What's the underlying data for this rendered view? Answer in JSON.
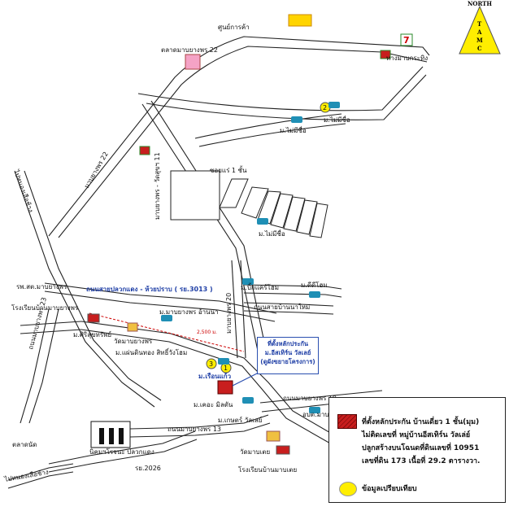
{
  "north": {
    "title": "NORTH",
    "letters": [
      "T",
      "A",
      "M",
      "C"
    ]
  },
  "labels": {
    "shopping_center": "ศูนย์การค้า",
    "market_22": "ตลาดมาบยางพร 22",
    "makro_ban": "ทางมาบกระทิง",
    "village_2": "ม.ไม่มีชื่อ",
    "village_2_sub": "ม.ไม่มีชื่อ",
    "soi_1": "ซอยแร่ 1 ชั้น",
    "road_22": "มาบยางพร 22",
    "road_wat_11": "มาบยางพร - วัดสุขฯ 11",
    "village_lower": "ม.ไม่มีชื่อ",
    "pluak_daeng_road": "ถนนสายปลวกแดง - ห้วยปราบ ( รย.3013 )",
    "hospital": "รพ.สต.มาบยางพร",
    "school_mab": "โรงเรียนบ้านมาบยางพร",
    "road_23": "ถนนมาบยางพร 23",
    "village_home": "ม.บิ้กแคร์โฮม",
    "village_dd": "ม.ดีดีโฮม",
    "road_ban_mai": "ถนนสายบ้านนาใหม่",
    "village_mab_ampha": "ม.มาบยางพร อ้านนา",
    "road_20": "มาบยางพร 20",
    "distance": "2,500 ม.",
    "village_sirisuk": "ม.ศิริสุขทรัพย์",
    "wat_mab": "วัดมาบยางพร",
    "village_phaen": "ม.แผ่นดินทอง สิทธิ์วังโฮม",
    "village_ruen": "ม.เรือนแก้ว",
    "village_kesa": "ม.เคอะ มิลตัน",
    "village_ket": "ม.เกษตร์ วัลเลย์",
    "road_13": "ถนนมาบยางพร 13",
    "road_19": "ถนนมาบยางพร 19",
    "obt": "อบต.มาบยางพร",
    "wat_mab_kh": "วัดมาบเตย",
    "school_mab_kh": "โรงเรียนบ้านมาบเตย",
    "industrial": "นิคมฯโรจนะ ปลวกแดง",
    "market_nat": "ตลาดนัด",
    "road_2026": "รย.2026",
    "road_ban_nong": "ไปหนองเสือช้าง",
    "road_left_top": "ไปหนองเสือช้าง",
    "seven_eleven": "7",
    "marker_1": "1",
    "marker_2": "2",
    "marker_3": "3"
  },
  "callout": {
    "line1": "ที่ตั้งหลักประกัน",
    "line2": "ม.อีสเทิร์น วัลเลย์",
    "line3": "(ดูผังขยายโครงการ)"
  },
  "legend": {
    "line1": "ที่ตั้งหลักประกัน บ้านเดี่ยว 1 ชั้น(มุม)",
    "line2": "ไม่ติดเลขที่ หมู่บ้านอีสเทิร์น วัลเล่ย์",
    "line3": "ปลูกสร้างบนโฉนดที่ดินเลขที่ 10951",
    "line4": "เลขที่ดิน 173  เนื้อที่ 29.2 ตารางวา.",
    "line5": "ข้อมูลเปรียบเทียบ"
  },
  "colors": {
    "collateral_red": "#c81e1e",
    "compare_yellow": "#ffee00",
    "label_blue": "#1f3fa6",
    "callout_border": "#2a4fb0"
  }
}
